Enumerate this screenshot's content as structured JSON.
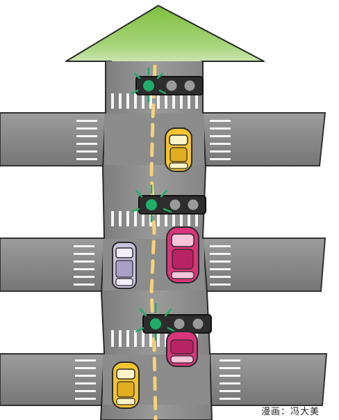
{
  "illustration": {
    "credit": "漫画：冯大美",
    "colors": {
      "arrow_green": "#8cc84b",
      "road_gray": "#8a8a8a",
      "road_dark": "#5e5e5e",
      "lane_line": "#f3d27a",
      "signal_on": "#1fae6a",
      "signal_off": "#9a9a9a",
      "car_yellow": "#f5c431",
      "car_pink": "#d9357a",
      "car_purple": "#c9c2de"
    },
    "icons": [
      "up-arrow-icon",
      "traffic-light-icon",
      "car-icon"
    ],
    "traffic_lights": [
      {
        "state": "green"
      },
      {
        "state": "green"
      },
      {
        "state": "green"
      }
    ]
  }
}
